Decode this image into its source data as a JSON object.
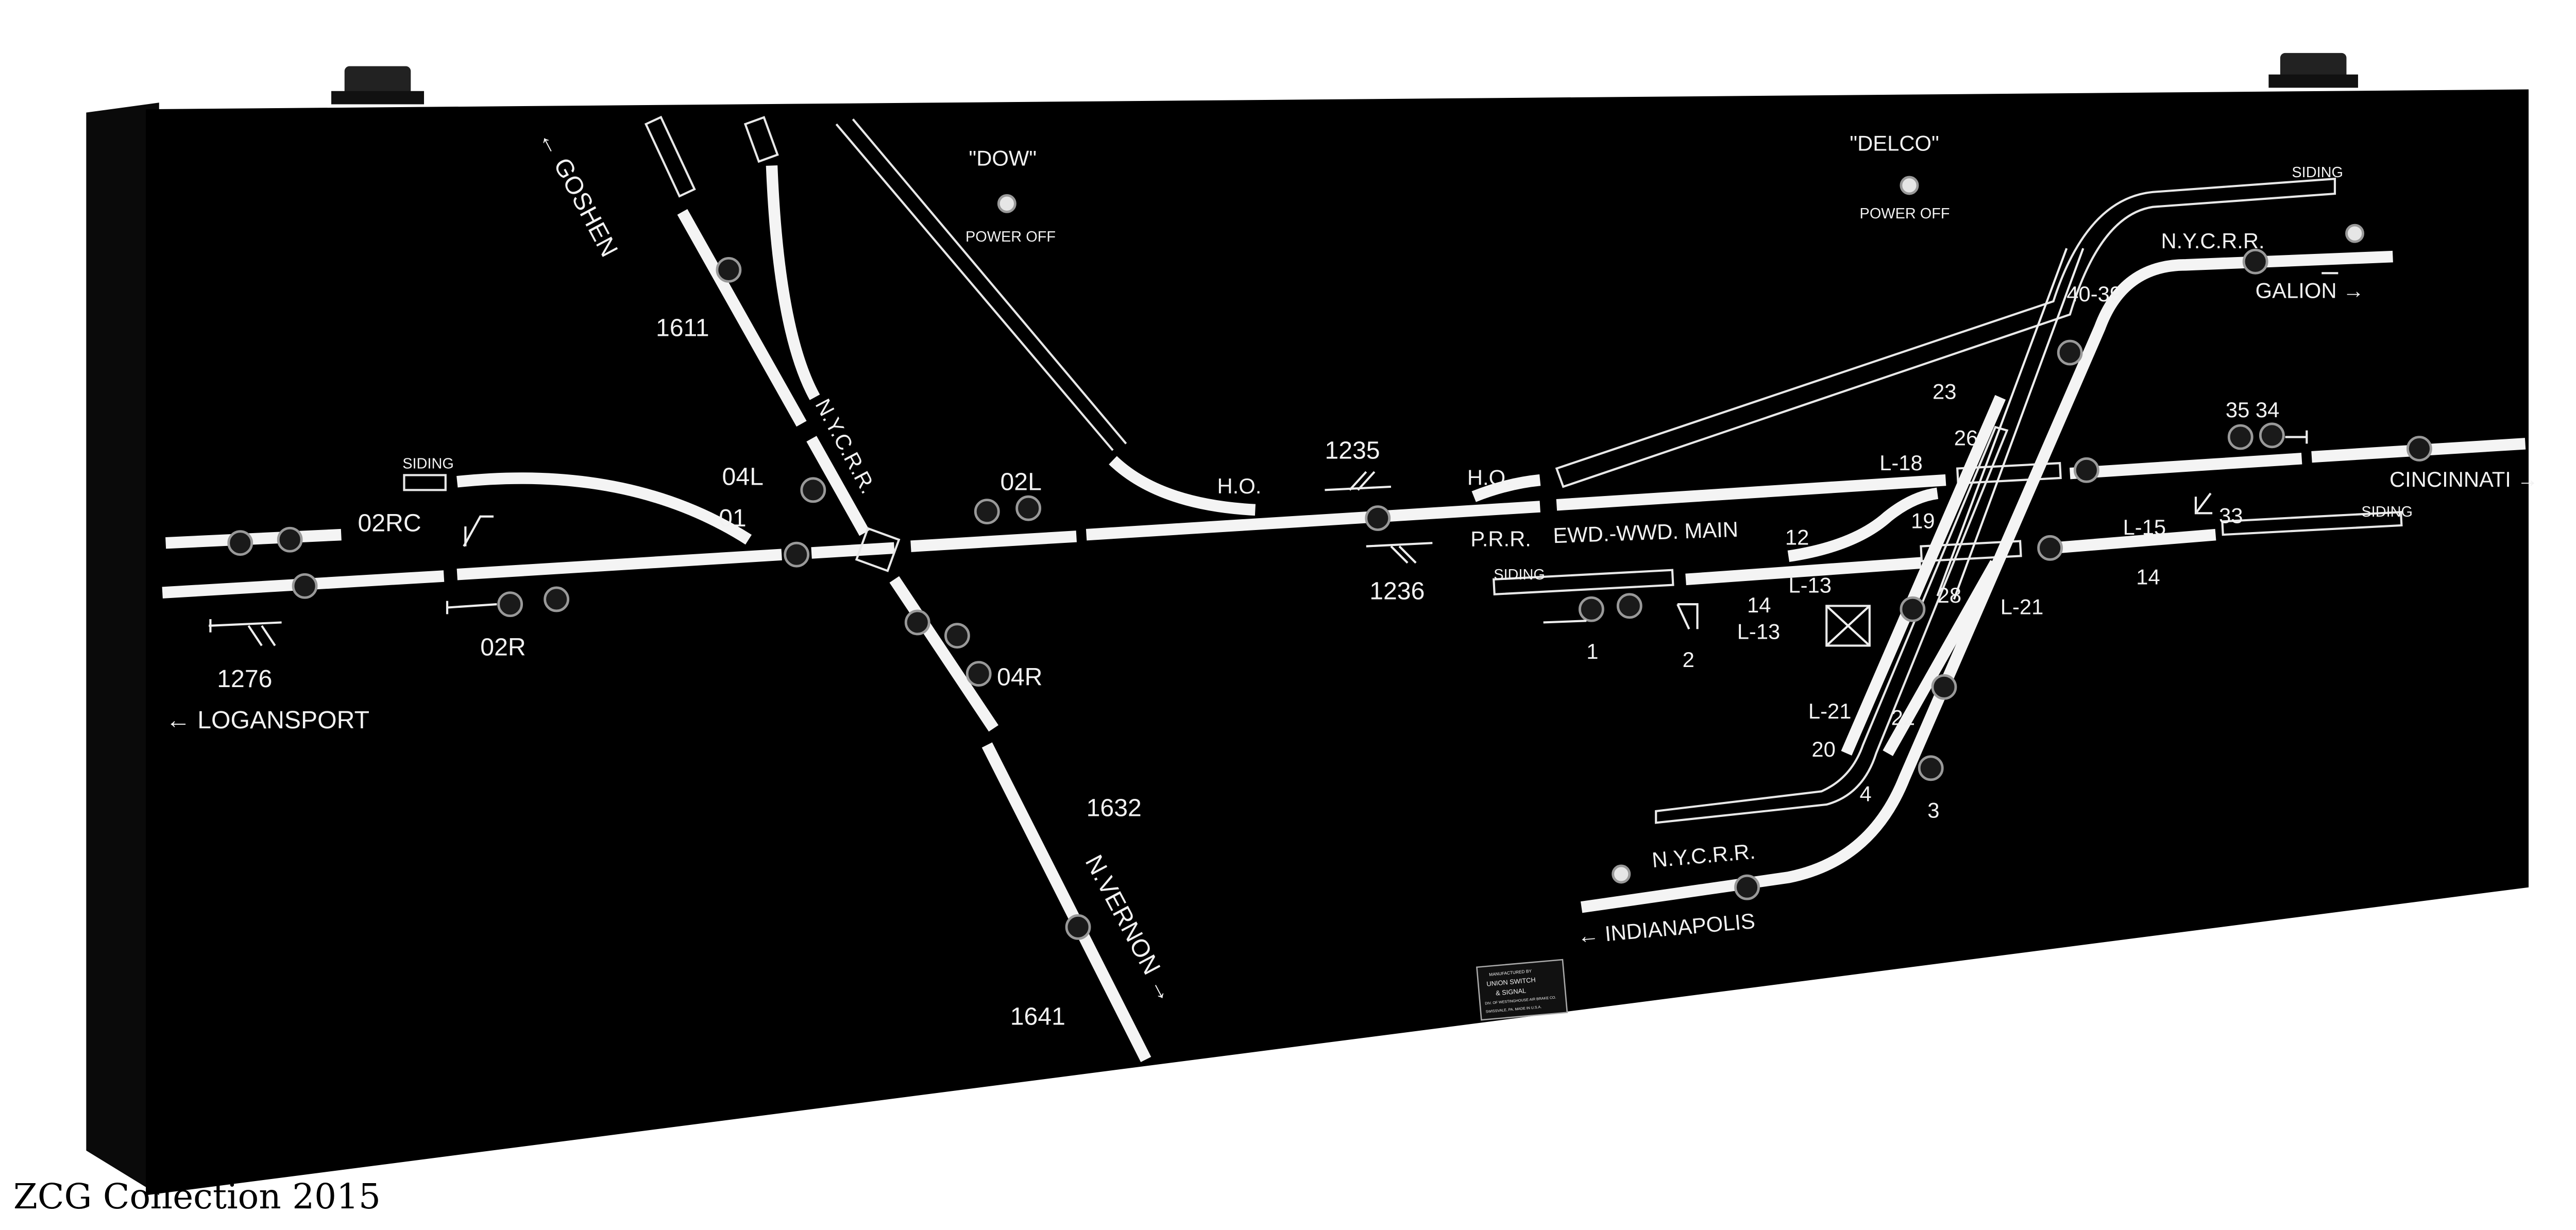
{
  "watermark": "ZCG Collection 2015",
  "colors": {
    "panel": "#000000",
    "track": "#f4f4f4",
    "background": "#ffffff"
  },
  "towers": [
    {
      "name": "\"DOW\"",
      "status": "POWER OFF"
    },
    {
      "name": "\"DELCO\"",
      "status": "POWER OFF"
    }
  ],
  "destinations": {
    "goshen": "← GOSHEN",
    "logansport": "← LOGANSPORT",
    "n_vernon": "N.VERNON →",
    "galion": "GALION →",
    "cincinnati": "CINCINNATI →",
    "indianapolis": "← INDIANAPOLIS"
  },
  "railroads": {
    "nycrr_diag": "N.Y.C.R.R.",
    "nycrr_galion": "N.Y.C.R.R.",
    "nycrr_indy": "N.Y.C.R.R.",
    "prr": "P.R.R.",
    "main": "EWD.-WWD. MAIN"
  },
  "sidings": [
    "SIDING",
    "SIDING",
    "SIDING",
    "SIDING"
  ],
  "levers": {
    "l1611": "1611",
    "l04L": "04L",
    "l01": "01",
    "l02RC": "02RC",
    "l02L": "02L",
    "ho1": "H.O.",
    "l1235": "1235",
    "l1236": "1236",
    "ho2": "H.O.",
    "l02R": "02R",
    "l1276": "1276",
    "l04R": "04R",
    "l1632": "1632",
    "l1641": "1641",
    "L18": "L-18",
    "l19": "19",
    "l12": "12",
    "l23": "23",
    "l26": "26",
    "l4039": "40-39",
    "l3534": "35 34",
    "l33": "33",
    "L15": "L-15",
    "l14b": "14",
    "l1": "1",
    "l2": "2",
    "l14": "14",
    "L13a": "L-13",
    "L13b": "L-13",
    "l28": "28",
    "L21a": "L-21",
    "L21b": "L-21",
    "l20": "20",
    "l22": "22",
    "l4": "4",
    "l3": "3"
  },
  "plate": {
    "line1": "MANUFACTURED BY",
    "line2": "UNION SWITCH",
    "line3": "& SIGNAL",
    "line4": "DIV. OF WESTINGHOUSE AIR BRAKE CO.",
    "line5": "SWISSVALE, PA.   MADE IN U.S.A."
  }
}
